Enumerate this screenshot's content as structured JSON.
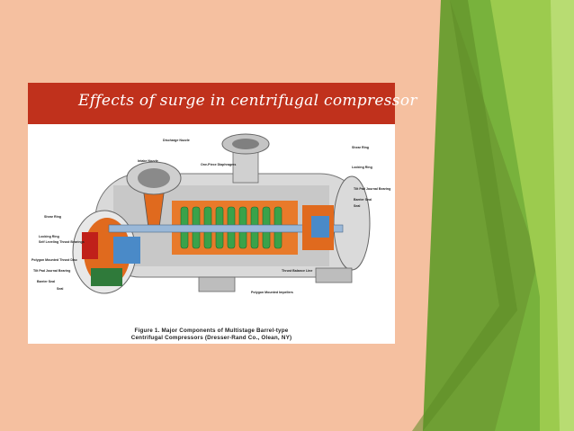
{
  "slide": {
    "title": "Effects of surge in centrifugal compressor"
  },
  "figure": {
    "labels": {
      "discharge_nozzle": "Discharge Nozzle",
      "intake_nozzle": "Intake Nozzle",
      "one_piece_diaphragms": "One-Piece Diaphragms",
      "shear_ring_right": "Shear Ring",
      "locking_ring_right": "Locking Ring",
      "tilt_pad_journal_bearing_right": "Tilt Pad Journal Bearing",
      "barrier_seal_right": "Barrier Seal",
      "seal_right": "Seal",
      "shear_ring_left": "Shear Ring",
      "locking_ring_left": "Locking Ring",
      "self_leveling_thrust_bearings": "Self Leveling Thrust Bearings",
      "polygon_mounted_thrust_disc": "Polygon Mounted Thrust Disc",
      "tilt_pad_journal_bearing_left": "Tilt Pad Journal Bearing",
      "barrier_seal_left": "Barrier Seal",
      "seal_left": "Seal",
      "thrust_balance_line": "Thrust Balance Line",
      "polygon_mounted_impellers": "Polygon Mounted Impellers"
    },
    "caption_line1": "Figure 1. Major Components of Multistage Barrel-type",
    "caption_line2": "Centrifugal Compressors (Dresser-Rand Co., Olean, NY)"
  },
  "colors": {
    "background": "#f5c0a0",
    "title_bar": "#c0311c",
    "accent_green_dark": "#5e8f2a",
    "accent_green_light": "#8cc43c"
  }
}
